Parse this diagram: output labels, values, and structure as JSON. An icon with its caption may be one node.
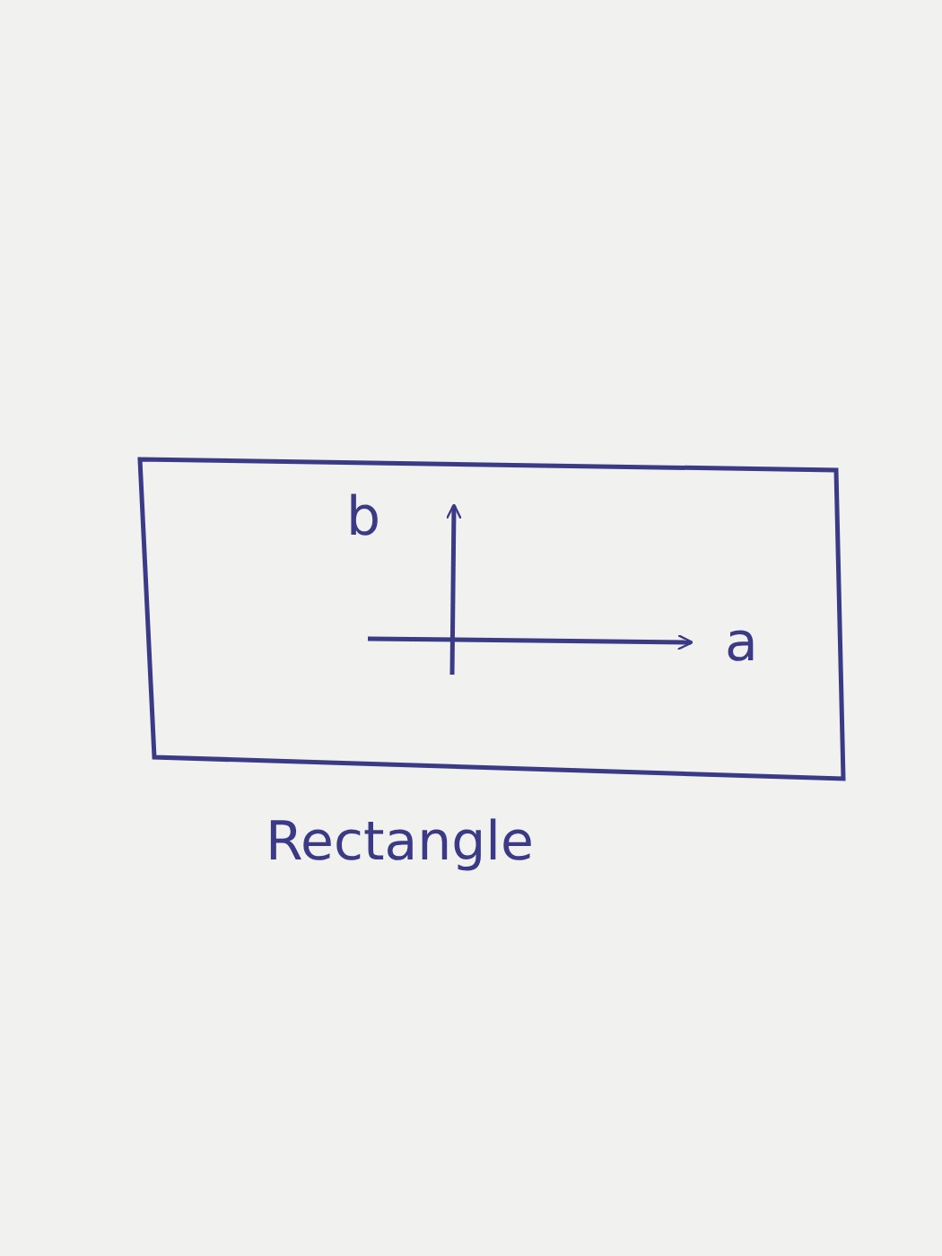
{
  "diagram": {
    "caption": "Rectangle",
    "labels": [
      "b",
      "a"
    ]
  }
}
